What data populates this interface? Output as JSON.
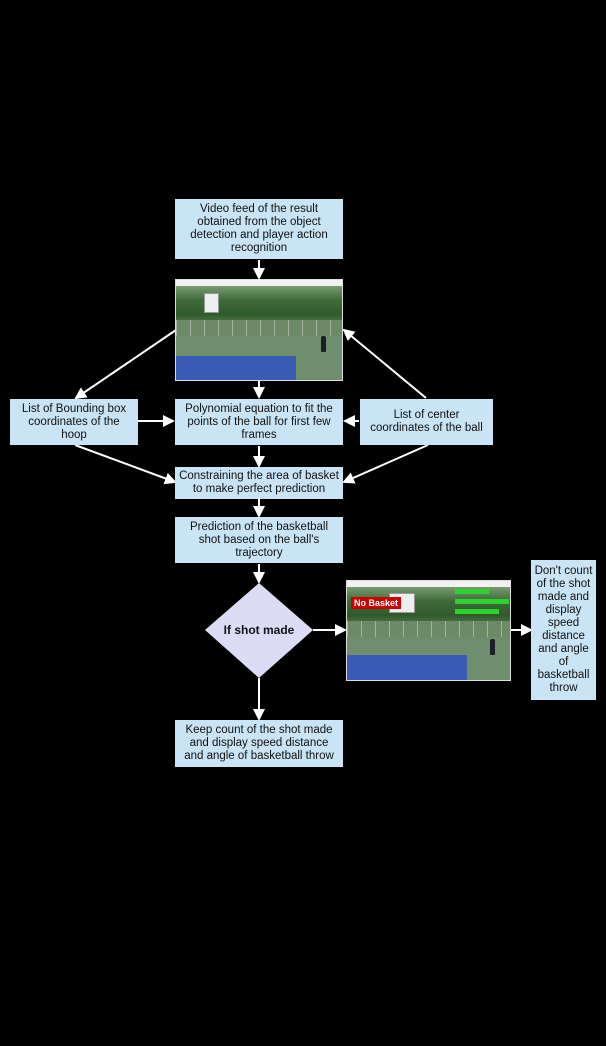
{
  "nodes": {
    "video_feed": "Video feed of the result obtained from the object detection and player action recognition",
    "bounding_box": "List of Bounding box coordinates of the hoop",
    "polynomial": "Polynomial equation to fit the points of the ball for first few frames",
    "center_coords": "List of center coordinates of the ball",
    "constraining": "Constraining the area of basket to make perfect prediction",
    "prediction": "Prediction of the basketball shot based on the ball's trajectory",
    "decision": "If shot made",
    "keep_count": "Keep count of the shot made and display speed distance and angle of basketball throw",
    "dont_count": "Don't count of the shot made and display speed distance and angle of basketball throw"
  },
  "screenshot2": {
    "overlay": "No Basket"
  },
  "colors": {
    "background": "#000000",
    "box_fill": "#c9e4f5",
    "diamond_fill": "#dcdcf7",
    "arrow": "#ffffff"
  }
}
